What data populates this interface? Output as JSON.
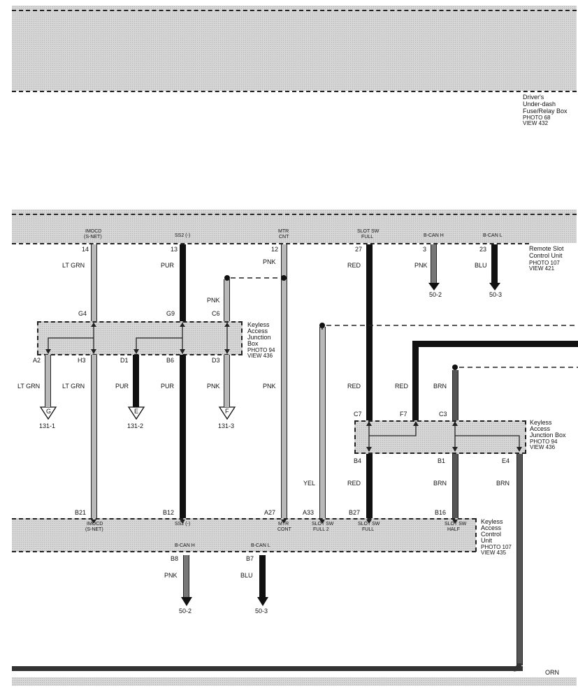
{
  "fuse_box": {
    "title_line1": "Driver's",
    "title_line2": "Under-dash",
    "title_line3": "Fuse/Relay Box",
    "photo": "PHOTO 68",
    "view": "VIEW 432"
  },
  "remote_slot": {
    "title_line1": "Remote Slot",
    "title_line2": "Control Unit",
    "photo": "PHOTO 107",
    "view": "VIEW 421",
    "terminals": [
      {
        "label1": "IMOCD",
        "label2": "(S-NET)",
        "pin": "14",
        "color": "LT GRN"
      },
      {
        "label1": "SS2 (-)",
        "label2": "",
        "pin": "13",
        "color": "PUR"
      },
      {
        "label1": "MTR",
        "label2": "CNT",
        "pin": "12",
        "color": "PNK"
      },
      {
        "label1": "SLOT SW",
        "label2": "FULL",
        "pin": "27",
        "color": "RED"
      },
      {
        "label1": "B-CAN H",
        "label2": "",
        "pin": "3",
        "color": "PNK"
      },
      {
        "label1": "B-CAN L",
        "label2": "",
        "pin": "23",
        "color": "BLU"
      }
    ],
    "ref_bcan_h": "50-2",
    "ref_bcan_l": "50-3"
  },
  "kajb1": {
    "title_line1": "Keyless",
    "title_line2": "Access",
    "title_line3": "Junction",
    "title_line4": "Box",
    "photo": "PHOTO 94",
    "view": "VIEW 436",
    "top_pins": [
      "G4",
      "G9",
      "C6"
    ],
    "bottom_pins": [
      "A2",
      "H3",
      "D1",
      "B6",
      "D3"
    ],
    "c6_color": "PNK",
    "a2_color": "LT GRN",
    "h3_color": "LT GRN",
    "d1_color": "PUR",
    "b6_color": "PUR",
    "d3_color": "PNK",
    "mtr_color": "PNK",
    "conn_g": "G",
    "conn_e": "E",
    "conn_f": "F",
    "ref_g": "131-1",
    "ref_e": "131-2",
    "ref_f": "131-3"
  },
  "kajb2": {
    "title_line1": "Keyless",
    "title_line2": "Access",
    "title_line3": "Junction Box",
    "photo": "PHOTO 94",
    "view": "VIEW 436",
    "top_pins": [
      "C7",
      "F7",
      "C3"
    ],
    "bottom_pins": [
      "B4",
      "B1",
      "E4"
    ],
    "c7_color": "RED",
    "f7_color": "RED",
    "c3_color": "BRN",
    "yel_color": "YEL",
    "b4_color": "RED",
    "b1_color": "BRN",
    "e4_color": "BRN"
  },
  "kacu": {
    "title_line1": "Keyless",
    "title_line2": "Access",
    "title_line3": "Control",
    "title_line4": "Unit",
    "photo": "PHOTO 107",
    "view": "VIEW 435",
    "terminals": [
      {
        "pin": "B21",
        "label1": "IMOCD",
        "label2": "(S-NET)"
      },
      {
        "pin": "B12",
        "label1": "SS2 (-)",
        "label2": ""
      },
      {
        "pin": "A27",
        "label1": "MTR",
        "label2": "CONT"
      },
      {
        "pin": "A33",
        "label1": "SLOT SW",
        "label2": "FULL 2"
      },
      {
        "pin": "B27",
        "label1": "SLOT SW",
        "label2": "FULL"
      },
      {
        "pin": "B16",
        "label1": "SLOT SW",
        "label2": "HALF"
      }
    ],
    "bcan_h_label": "B-CAN H",
    "bcan_l_label": "B-CAN L",
    "bcan_h_pin": "B8",
    "bcan_l_pin": "B7",
    "bcan_h_color": "PNK",
    "bcan_l_color": "BLU",
    "ref_bcan_h": "50-2",
    "ref_bcan_l": "50-3"
  },
  "bottom_wire_color": "ORN"
}
